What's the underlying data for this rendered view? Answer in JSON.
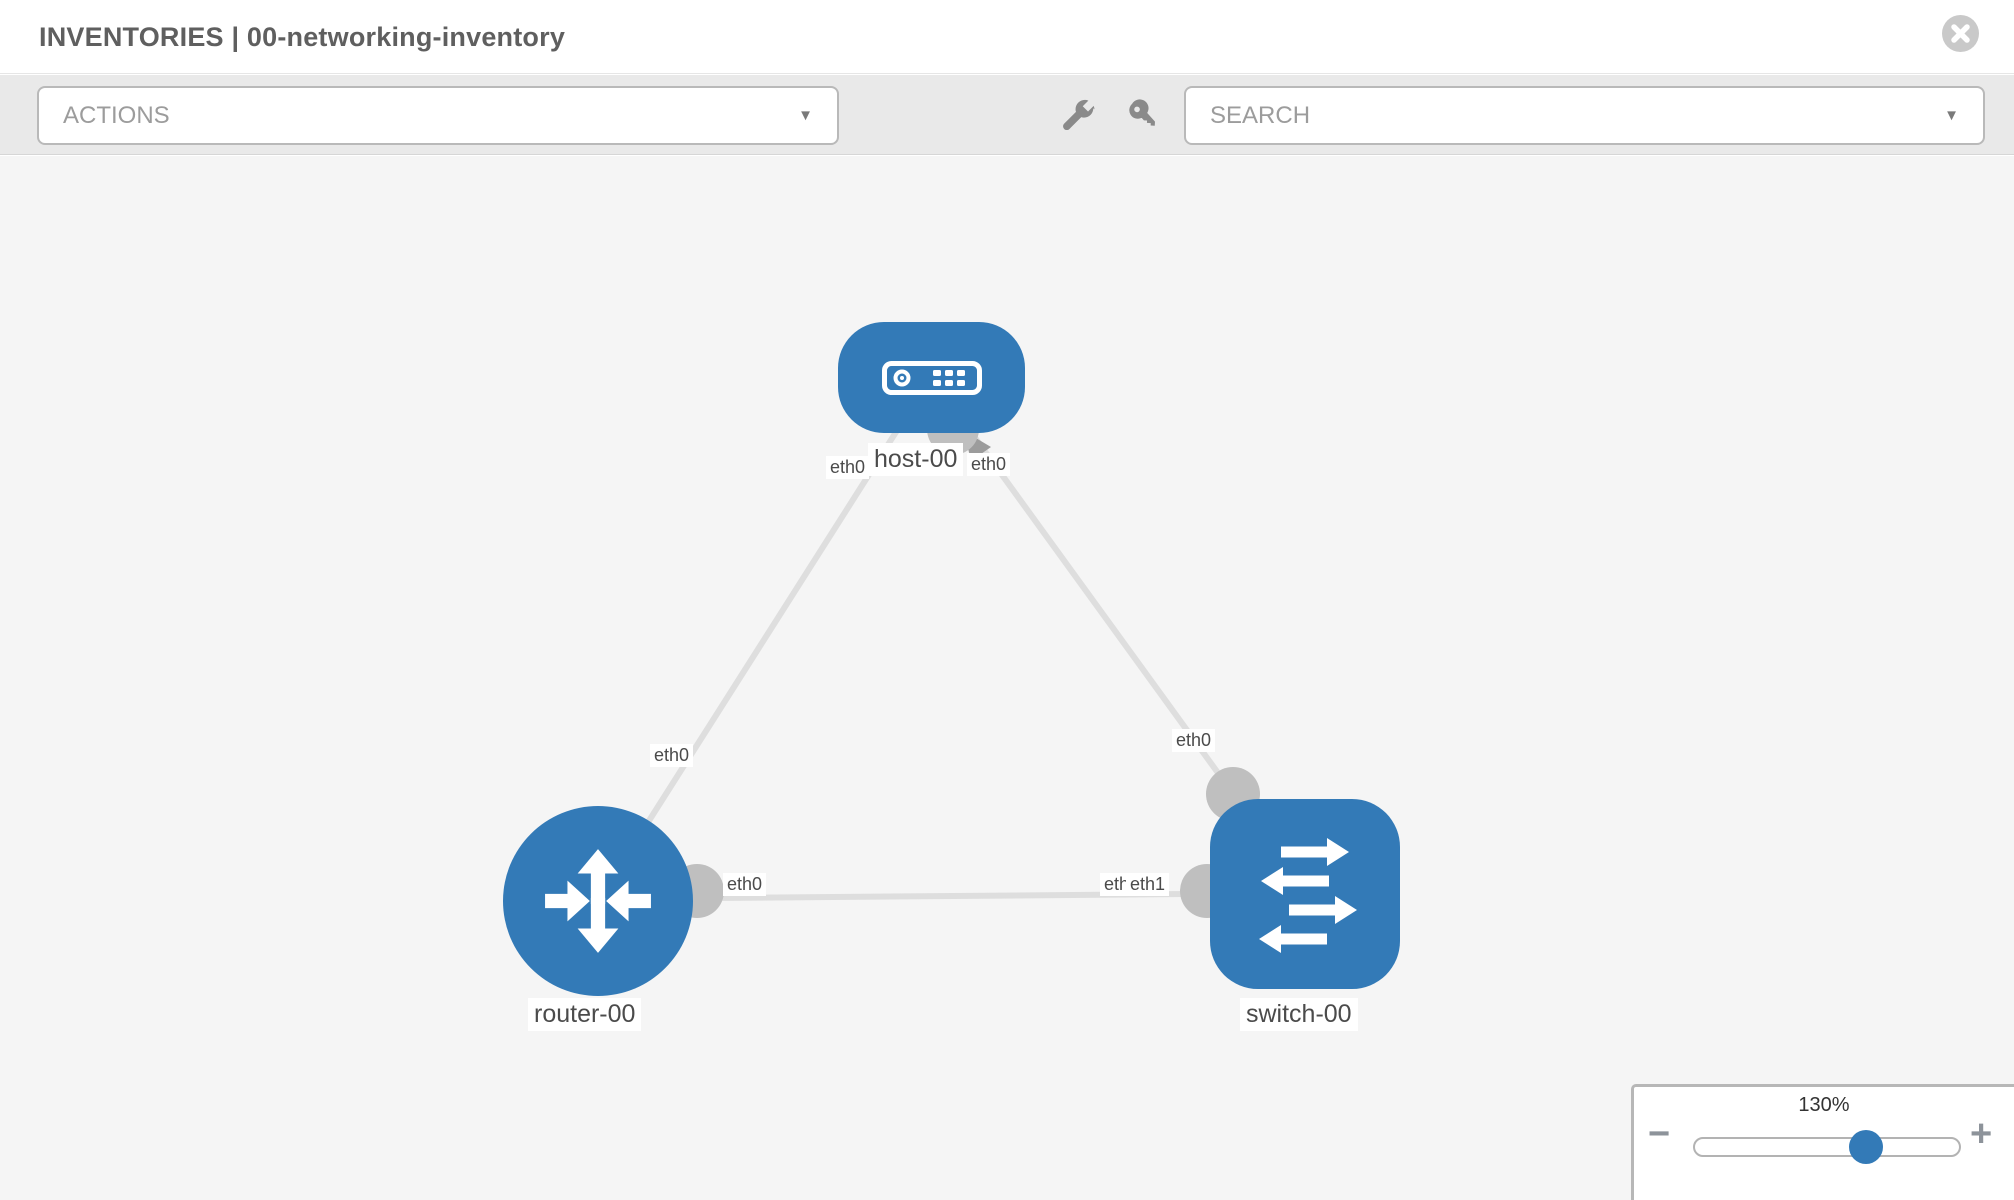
{
  "header": {
    "title": "INVENTORIES | 00-networking-inventory"
  },
  "toolbar": {
    "actions_label": "ACTIONS",
    "search_label": "SEARCH",
    "dropdown_arrow": "▼"
  },
  "topology": {
    "nodes": [
      {
        "id": "host-00",
        "type": "host",
        "label": "host-00"
      },
      {
        "id": "router-00",
        "type": "router",
        "label": "router-00"
      },
      {
        "id": "switch-00",
        "type": "switch",
        "label": "switch-00"
      }
    ],
    "links": [
      {
        "source": "host-00",
        "target": "router-00",
        "source_interface": "eth0",
        "target_interface": "eth0"
      },
      {
        "source": "host-00",
        "target": "switch-00",
        "source_interface": "eth0",
        "target_interface": "eth0"
      },
      {
        "source": "router-00",
        "target": "switch-00",
        "source_interface": "eth0",
        "target_interface": "eth1",
        "target_interface_overlap": "eth1"
      }
    ]
  },
  "zoom_control": {
    "value": "130%",
    "minus": "−",
    "plus": "+"
  },
  "colors": {
    "node_blue": "#337ab7",
    "link_gray": "#dedede",
    "interface_gray": "#bfbfbf",
    "canvas_bg": "#f5f5f5",
    "toolbar_bg": "#e9e9e9"
  }
}
